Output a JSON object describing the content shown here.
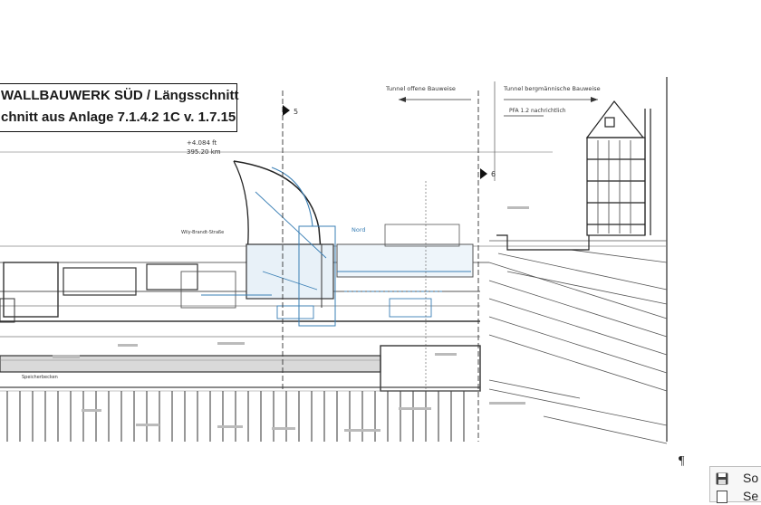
{
  "title": {
    "line1": "WALLBAUWERK SÜD / Längsschnitt",
    "line2": "chnitt aus Anlage 7.1.4.2 1C v. 1.7.15"
  },
  "drawing": {
    "label_tunnel_open": "Tunnel offene Bauweise",
    "label_tunnel_mining": "Tunnel bergmännische Bauweise",
    "label_pfa": "PFA 1.2 nachrichtlich",
    "label_street": "Wily-Brandt-Straße",
    "label_level": "+4.084 ft",
    "label_km": "395.20 km",
    "label_nord": "Nord",
    "label_section5": "5",
    "label_section6": "6",
    "label_speicher": "Speicherbecken"
  },
  "pilcrow": "¶",
  "side_panel": {
    "item1": "So",
    "item2": "Se"
  }
}
